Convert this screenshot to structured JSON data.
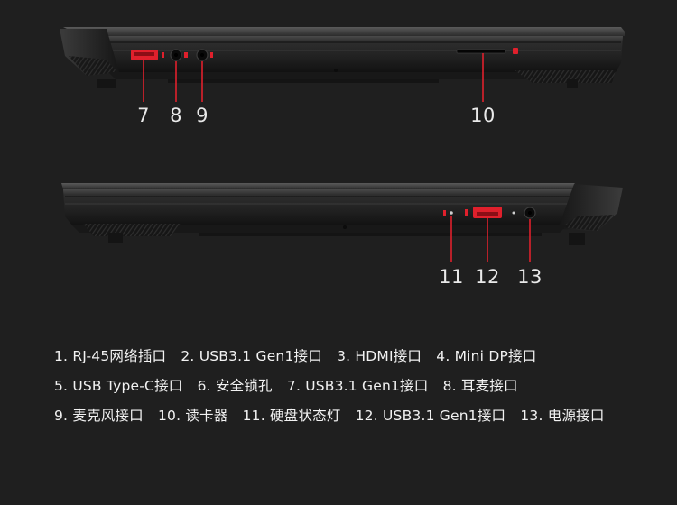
{
  "callouts": {
    "top": [
      "7",
      "8",
      "9",
      "10"
    ],
    "bottom": [
      "11",
      "12",
      "13"
    ]
  },
  "legend": {
    "lines": [
      [
        "1. RJ-45网络插口",
        "2. USB3.1 Gen1接口",
        "3. HDMI接口",
        "4. Mini DP接口"
      ],
      [
        "5. USB Type-C接口",
        "6. 安全锁孔",
        "7. USB3.1 Gen1接口",
        "8. 耳麦接口"
      ],
      [
        "9. 麦克风接口",
        "10. 读卡器",
        "11. 硬盘状态灯",
        "12. USB3.1 Gen1接口",
        "13. 电源接口"
      ]
    ]
  },
  "colors": {
    "background": "#1f1f1f",
    "port_accent": "#e0202c",
    "chassis": "#2b2b2b",
    "text": "#f2f2f2"
  }
}
